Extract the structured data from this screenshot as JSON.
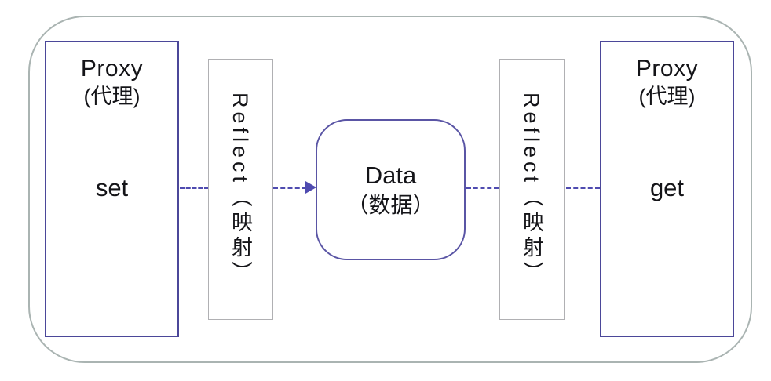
{
  "diagram": {
    "left_proxy": {
      "title": "Proxy",
      "subtitle": "(代理)",
      "operation": "set"
    },
    "right_proxy": {
      "title": "Proxy",
      "subtitle": "(代理)",
      "operation": "get"
    },
    "left_reflect": {
      "label": "Reflect（映射）"
    },
    "right_reflect": {
      "label": "Reflect（映射）"
    },
    "data_node": {
      "title": "Data",
      "subtitle": "（数据）"
    },
    "connectors": {
      "style": "dashed",
      "left_arrow_direction": "into-data-left-edge",
      "right_arrow_direction": "none"
    },
    "colors": {
      "proxy_border": "#4b4799",
      "data_border": "#5a55a5",
      "reflect_border": "#b0b0b3",
      "outer_border": "#aab4b2",
      "connector": "#4f4bb0",
      "text": "#141418"
    }
  }
}
